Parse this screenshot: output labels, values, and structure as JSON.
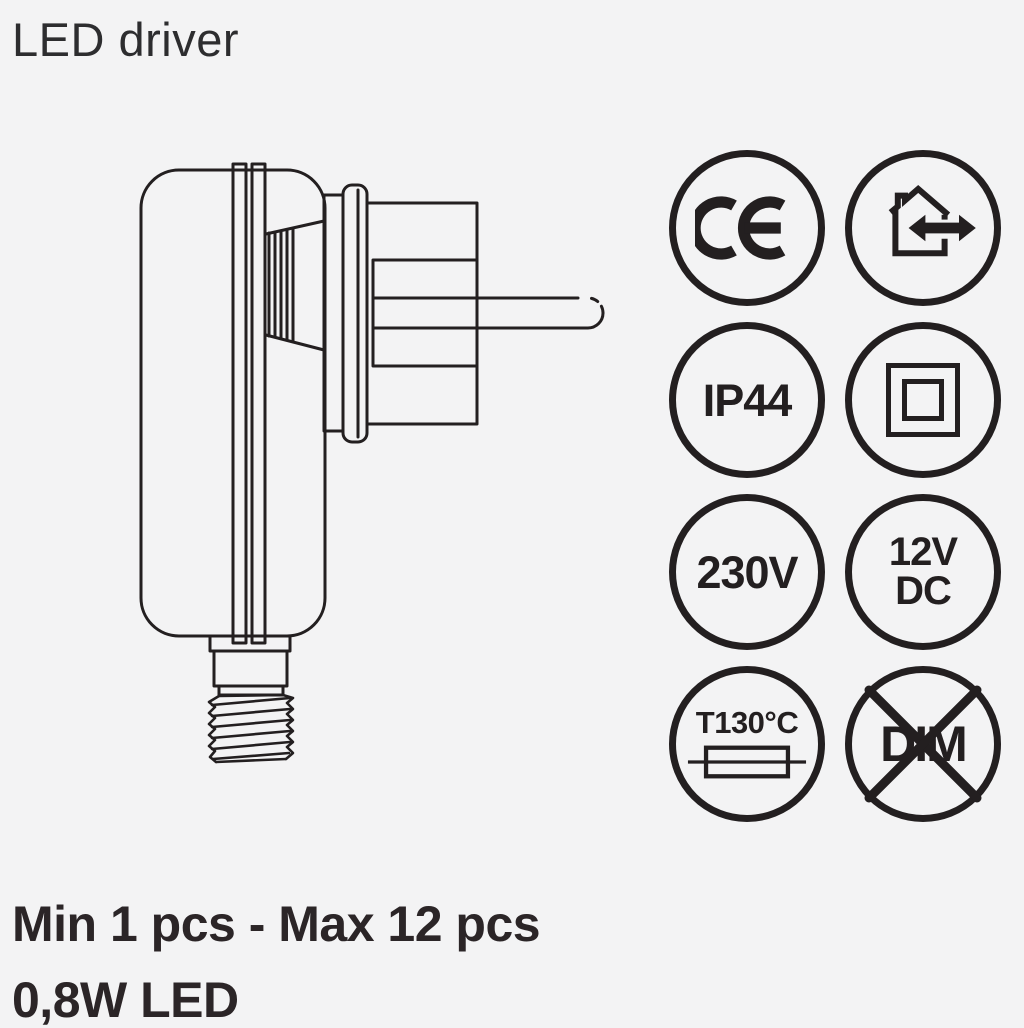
{
  "page": {
    "background": "#f3f3f4",
    "line_color": "#231f20"
  },
  "header": {
    "title": "LED driver"
  },
  "illustration": {
    "description": "technical line drawing of plug-in LED driver with screw connector"
  },
  "badges": [
    {
      "id": "ce",
      "label": "CE"
    },
    {
      "id": "indoor-outdoor",
      "label": "house with double arrow"
    },
    {
      "id": "ip44",
      "label": "IP44"
    },
    {
      "id": "class2",
      "label": "double insulated"
    },
    {
      "id": "230v",
      "label": "230V"
    },
    {
      "id": "12vdc",
      "line1": "12V",
      "line2": "DC"
    },
    {
      "id": "t130",
      "label": "T130°C"
    },
    {
      "id": "dim",
      "label": "DIM"
    }
  ],
  "footer": {
    "line1": "Min 1 pcs - Max 12 pcs",
    "line2": "0,8W LED"
  }
}
